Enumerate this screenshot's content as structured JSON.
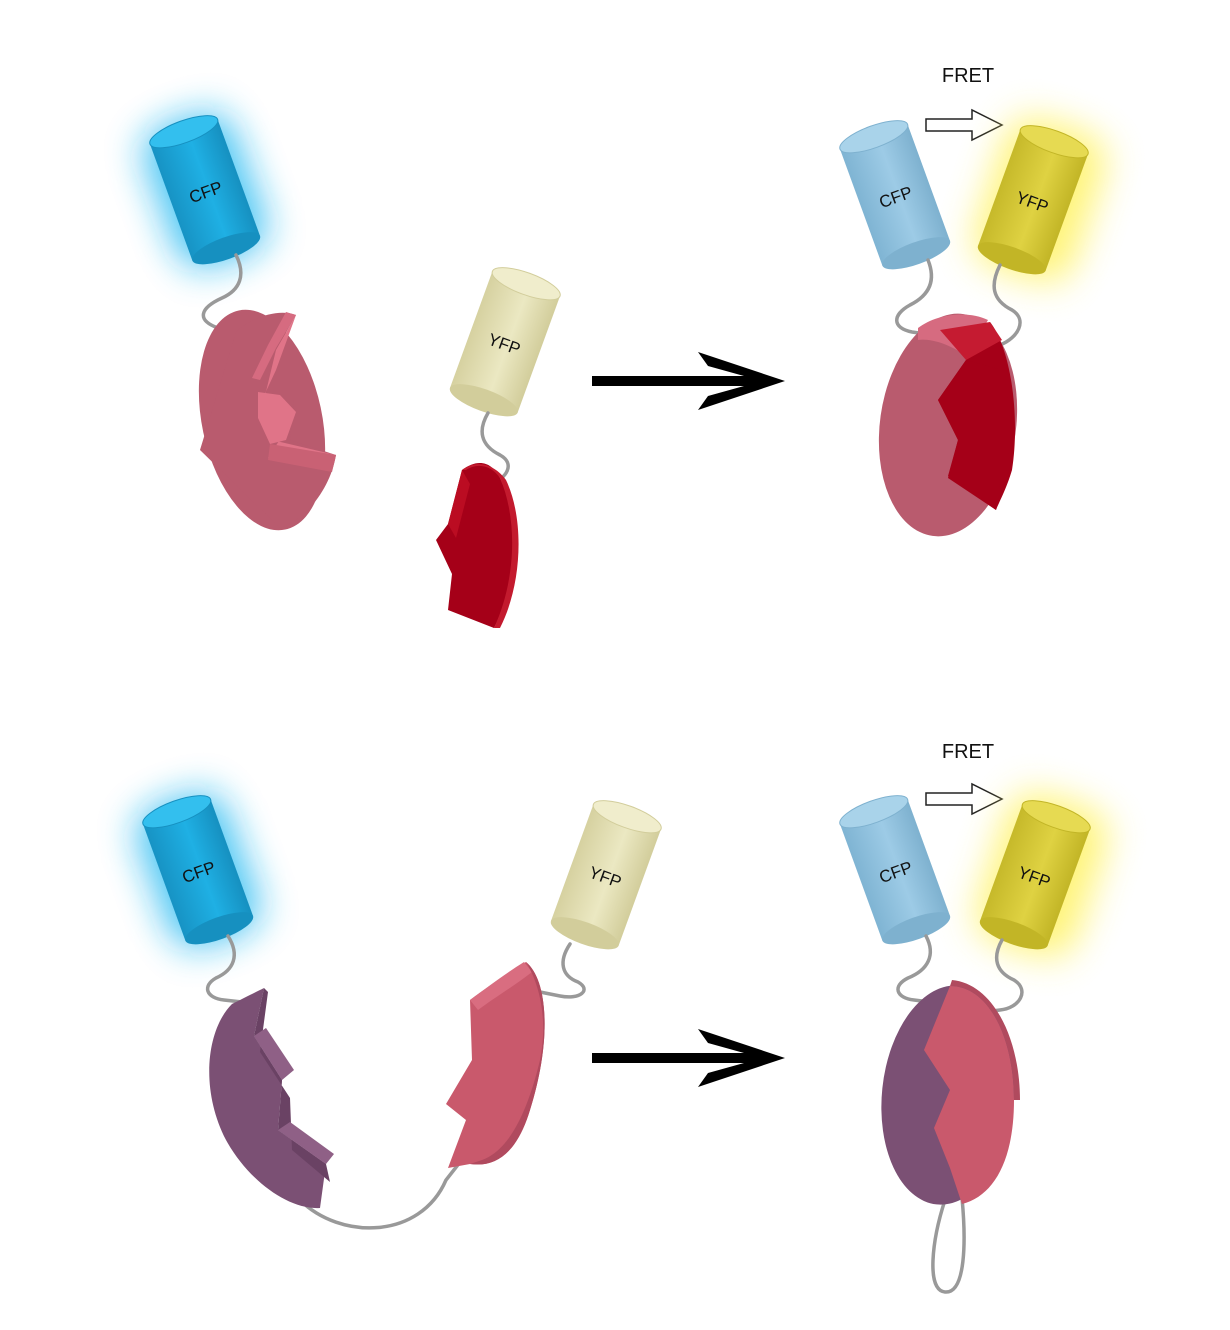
{
  "labels": {
    "cfp": "CFP",
    "yfp": "YFP",
    "fret": "FRET"
  },
  "colors": {
    "cfp_glow_fill": "#1aa8dc",
    "cfp_fret_fill": "#8fc3e0",
    "yfp_dim_fill": "#e6e2b4",
    "yfp_glow_fill": "#d9cc3a",
    "yellow_glow": "#fff36a",
    "blue_glow": "#19b4f0",
    "pink_fragment": "#c9596c",
    "red_fragment": "#a50018",
    "purple_fragment": "#7b5074",
    "linker": "#999999",
    "arrow": "#000000"
  }
}
